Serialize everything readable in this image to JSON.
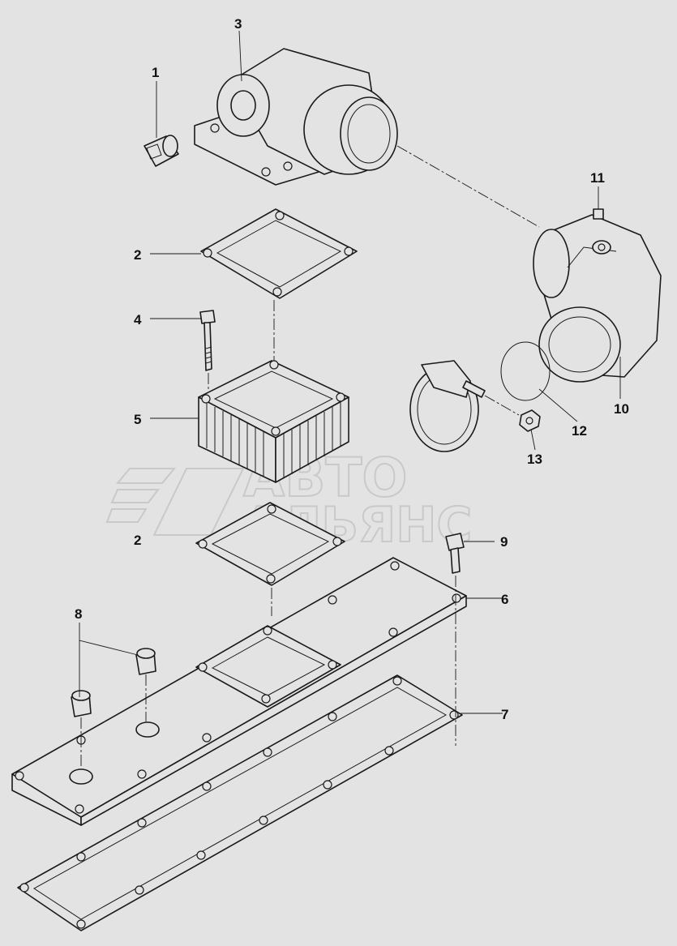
{
  "watermark": {
    "line1": "АВТО",
    "line2": "АЛЬЯНС"
  },
  "callouts": {
    "c1": "1",
    "c2a": "2",
    "c2b": "2",
    "c3": "3",
    "c4": "4",
    "c5": "5",
    "c6": "6",
    "c7": "7",
    "c8": "8",
    "c9": "9",
    "c10": "10",
    "c11": "11",
    "c12": "12",
    "c13": "13"
  },
  "colors": {
    "background": "#e3e3e3",
    "line": "#1a1a1a",
    "watermark": "#c9c9c9"
  },
  "icons": [
    "logo-stripes-icon"
  ]
}
